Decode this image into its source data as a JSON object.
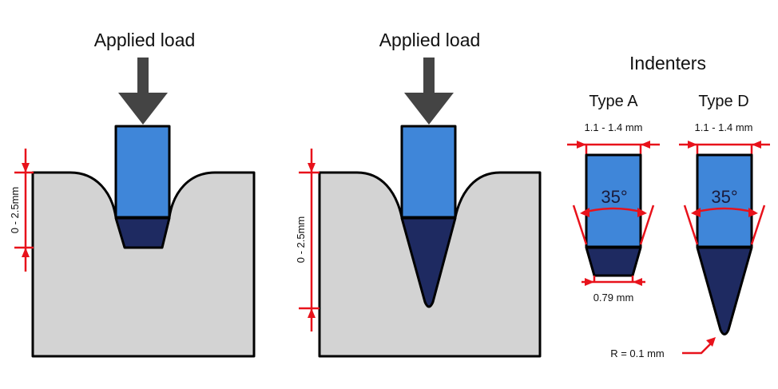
{
  "colors": {
    "background": "#ffffff",
    "material": "#d3d3d3",
    "indenter_body": "#3f86d9",
    "indenter_tip": "#1e2a61",
    "load_arrow": "#444444",
    "dimension": "#e8121b",
    "outline": "#000000"
  },
  "panels": [
    {
      "id": "type-a-indentation",
      "label": "Applied load",
      "depth_label": "0 - 2.5mm"
    },
    {
      "id": "type-d-indentation",
      "label": "Applied load",
      "depth_label": "0 - 2.5mm"
    }
  ],
  "indenters": {
    "title": "Indenters",
    "types": [
      {
        "name": "Type A",
        "top_width": "1.1 - 1.4 mm",
        "angle": "35°",
        "tip_width": "0.79 mm"
      },
      {
        "name": "Type D",
        "top_width": "1.1 - 1.4 mm",
        "angle": "35°",
        "tip_radius": "R = 0.1 mm"
      }
    ]
  }
}
